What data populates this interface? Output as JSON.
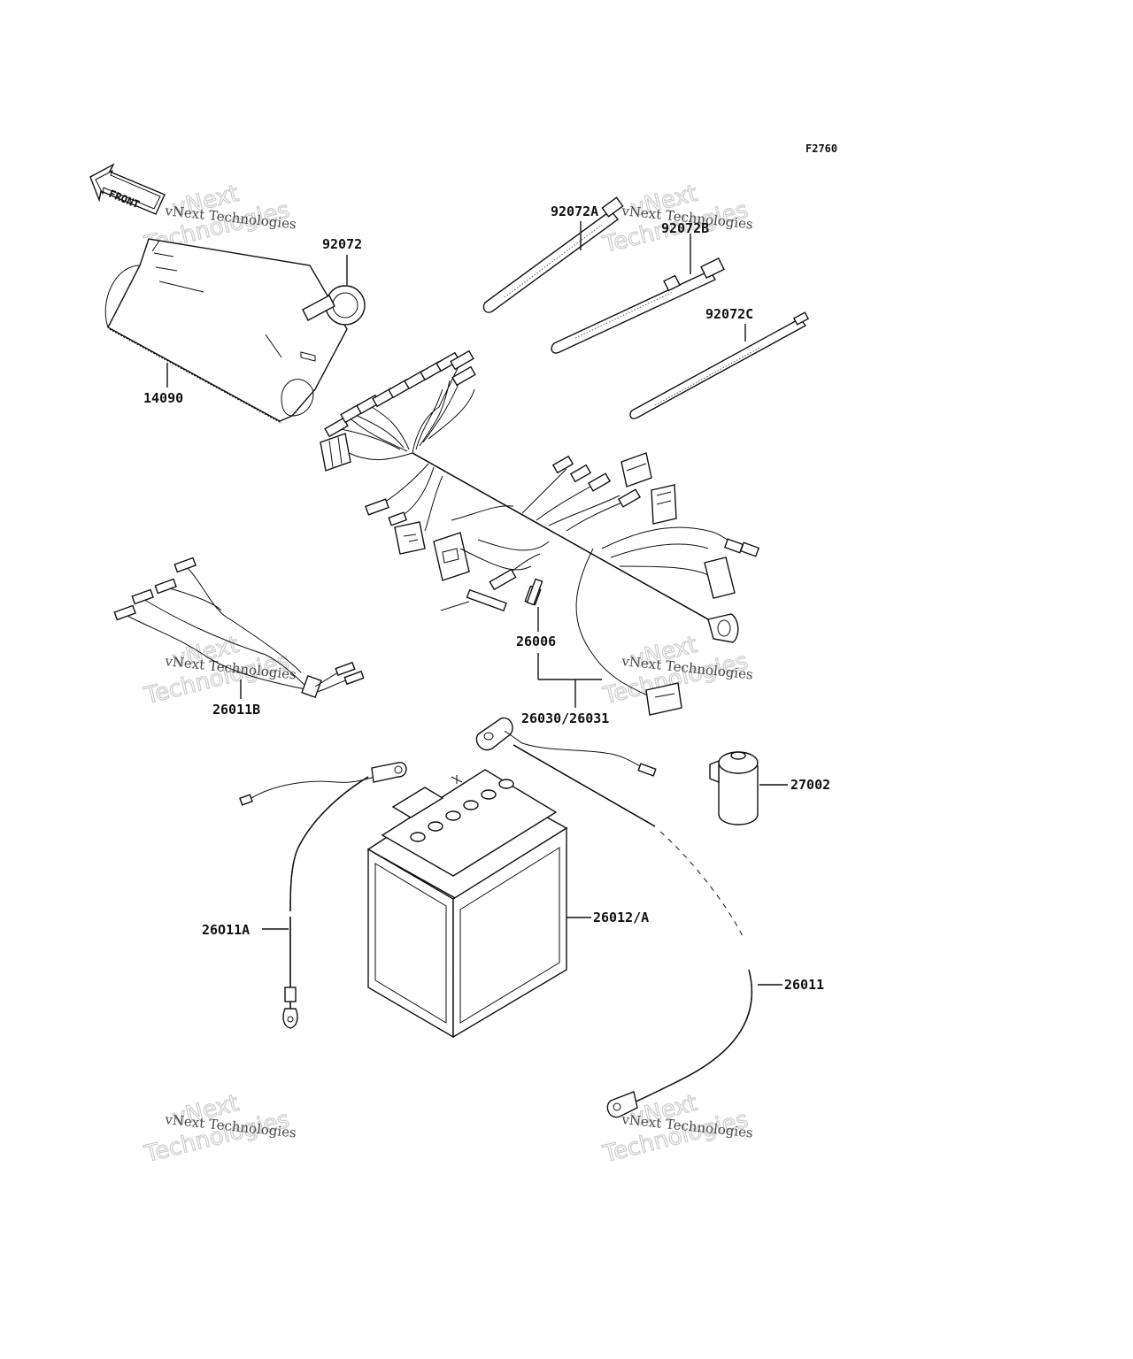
{
  "figure_code": "F2760",
  "front_arrow_label": "FRONT",
  "watermark": {
    "line1": "vNext Technologies",
    "word_top": "vNext",
    "word_bottom": "Technologies"
  },
  "part_labels": {
    "p14090": "14090",
    "p92072": "92072",
    "p92072A": "92072A",
    "p92072B": "92072B",
    "p92072C": "92072C",
    "p26006": "26006",
    "p26030": "26030/26031",
    "p26011B": "26011B",
    "p27002": "27002",
    "p26012": "26012/A",
    "p26011A": "26O11A",
    "p26011": "26011"
  }
}
